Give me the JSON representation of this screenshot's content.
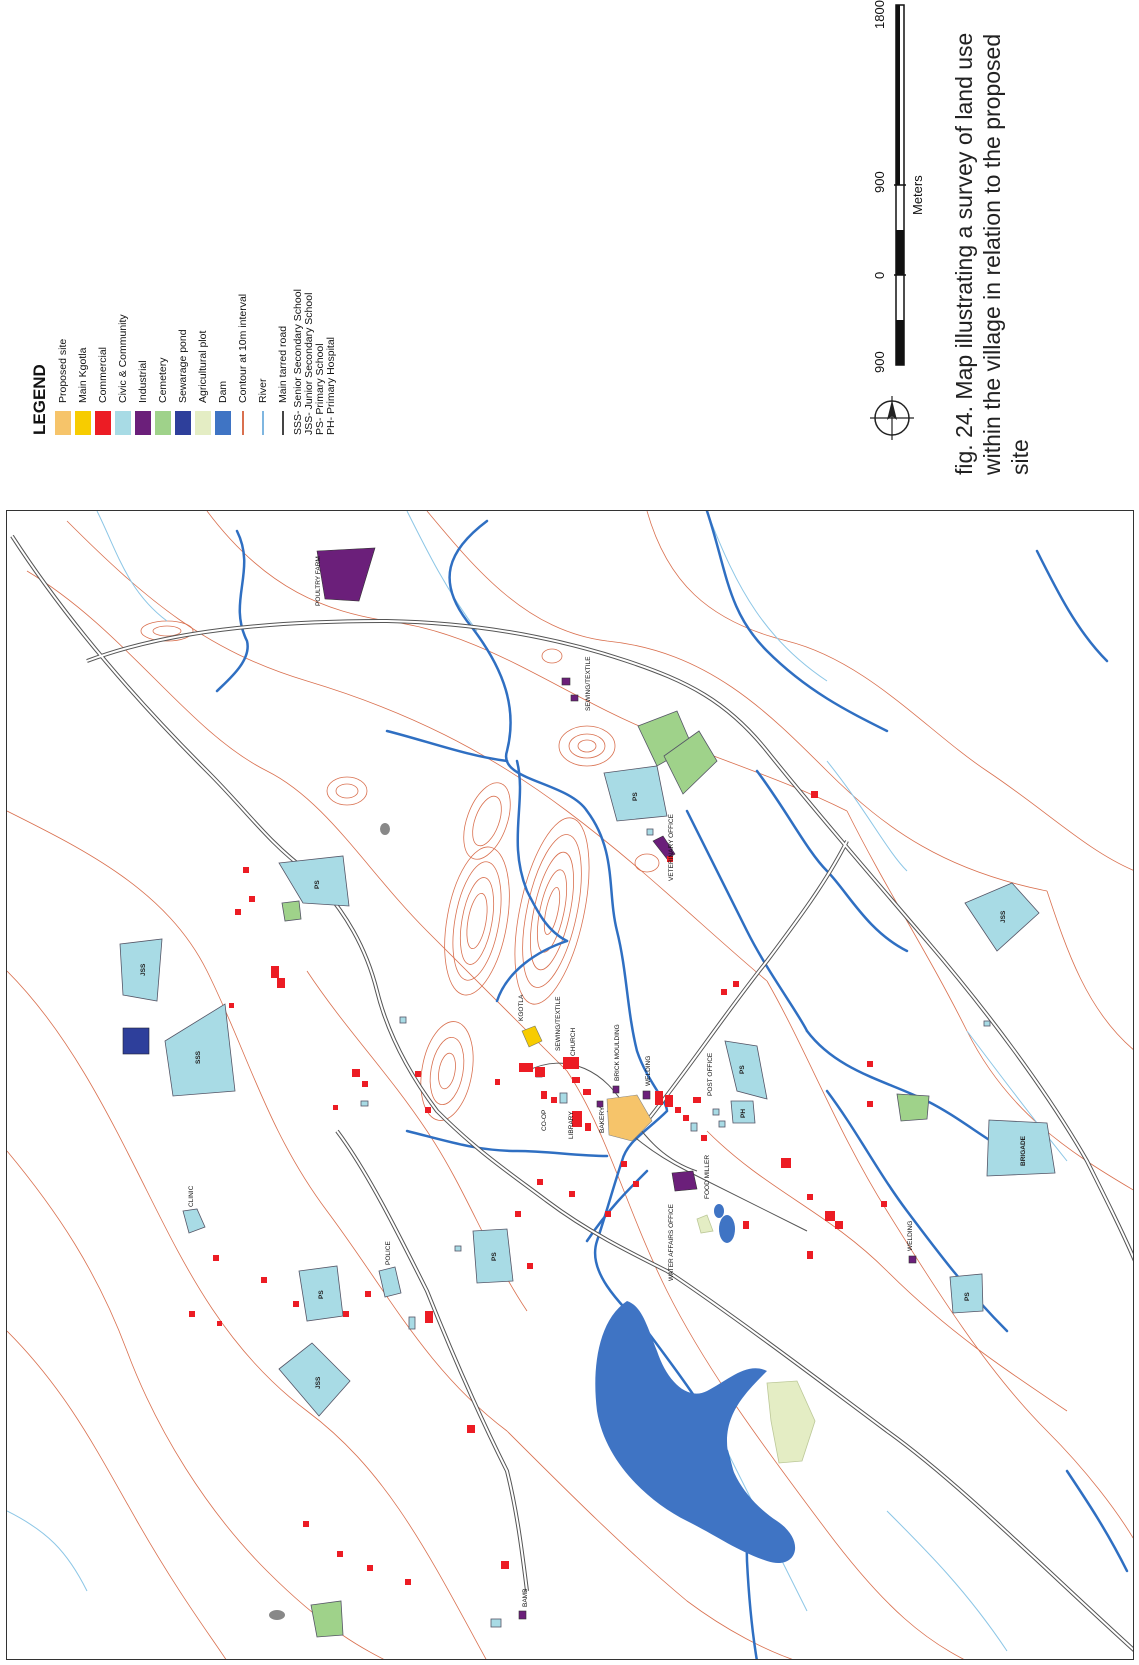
{
  "legend": {
    "title": "LEGEND",
    "items": [
      {
        "label": "Proposed site",
        "color": "#f6c46a",
        "kind": "fill"
      },
      {
        "label": "Main Kgotla",
        "color": "#f7cc00",
        "kind": "fill"
      },
      {
        "label": "Commercial",
        "color": "#ec1c24",
        "kind": "fill"
      },
      {
        "label": "Civic & Community",
        "color": "#a8dbe5",
        "kind": "fill"
      },
      {
        "label": "Industrial",
        "color": "#6b1f7a",
        "kind": "fill"
      },
      {
        "label": "Cemetery",
        "color": "#9fd28a",
        "kind": "fill"
      },
      {
        "label": "Sewarage pond",
        "color": "#2e3f9b",
        "kind": "fill"
      },
      {
        "label": "Agricultural plot",
        "color": "#e4edc4",
        "kind": "fill"
      },
      {
        "label": "Dam",
        "color": "#3f74c4",
        "kind": "fill"
      },
      {
        "label": "Contour at 10m interval",
        "color": "#d9704f",
        "kind": "line"
      },
      {
        "label": "River",
        "color": "#7fb6e0",
        "kind": "line"
      },
      {
        "label": "Main tarred road",
        "color": "#444444",
        "kind": "line"
      }
    ],
    "abbreviations": [
      "SSS- Senior Secondary School",
      "JSS- Junior Secondary School",
      "PS-  Primary School",
      "PH-  Primary Hospital"
    ]
  },
  "scale": {
    "labels": [
      "900",
      "0",
      "900",
      "1800"
    ],
    "unit": "Meters"
  },
  "caption": "fig. 24. Map illustrating a survey of land use within the village in relation to the proposed site",
  "map_labels": {
    "poultry_farm": "POULTRY FARM",
    "sewing_textile_1": "SEWING/TEXTILE",
    "sewing_textile_2": "SEWING/TEXTILE",
    "veterinary_office": "VETERINARY OFFICE",
    "kgotla": "KGOTLA",
    "church": "CHURCH",
    "brick_moulding": "BRICK MOULDING",
    "welding_1": "WELDING",
    "welding_2": "WELDING",
    "post_office": "POST OFFICE",
    "co_op": "CO-OP",
    "library": "LIBRARY",
    "bakery": "BAKERY",
    "food_miller": "FOOD MILLER",
    "water_affairs": "WATER AFFAIRS OFFICE",
    "clinic": "CLINIC",
    "police": "POLICE",
    "bamb": "BAMB",
    "ps": "PS",
    "jss": "JSS",
    "sss": "SSS",
    "ph": "PH",
    "brigade": "BRIGADE"
  },
  "colors": {
    "contour": "#d9704f",
    "river": "#2f6fc2",
    "stream": "#8cc6e6",
    "road": "#555555",
    "commercial": "#ec1c24",
    "civic": "#a8dbe5",
    "industrial": "#6b1f7a",
    "cemetery": "#9fd28a",
    "dam": "#3f74c4",
    "proposed": "#f6c46a",
    "kgotla": "#f7cc00",
    "agri": "#e4edc4",
    "sewage": "#2e3f9b"
  }
}
